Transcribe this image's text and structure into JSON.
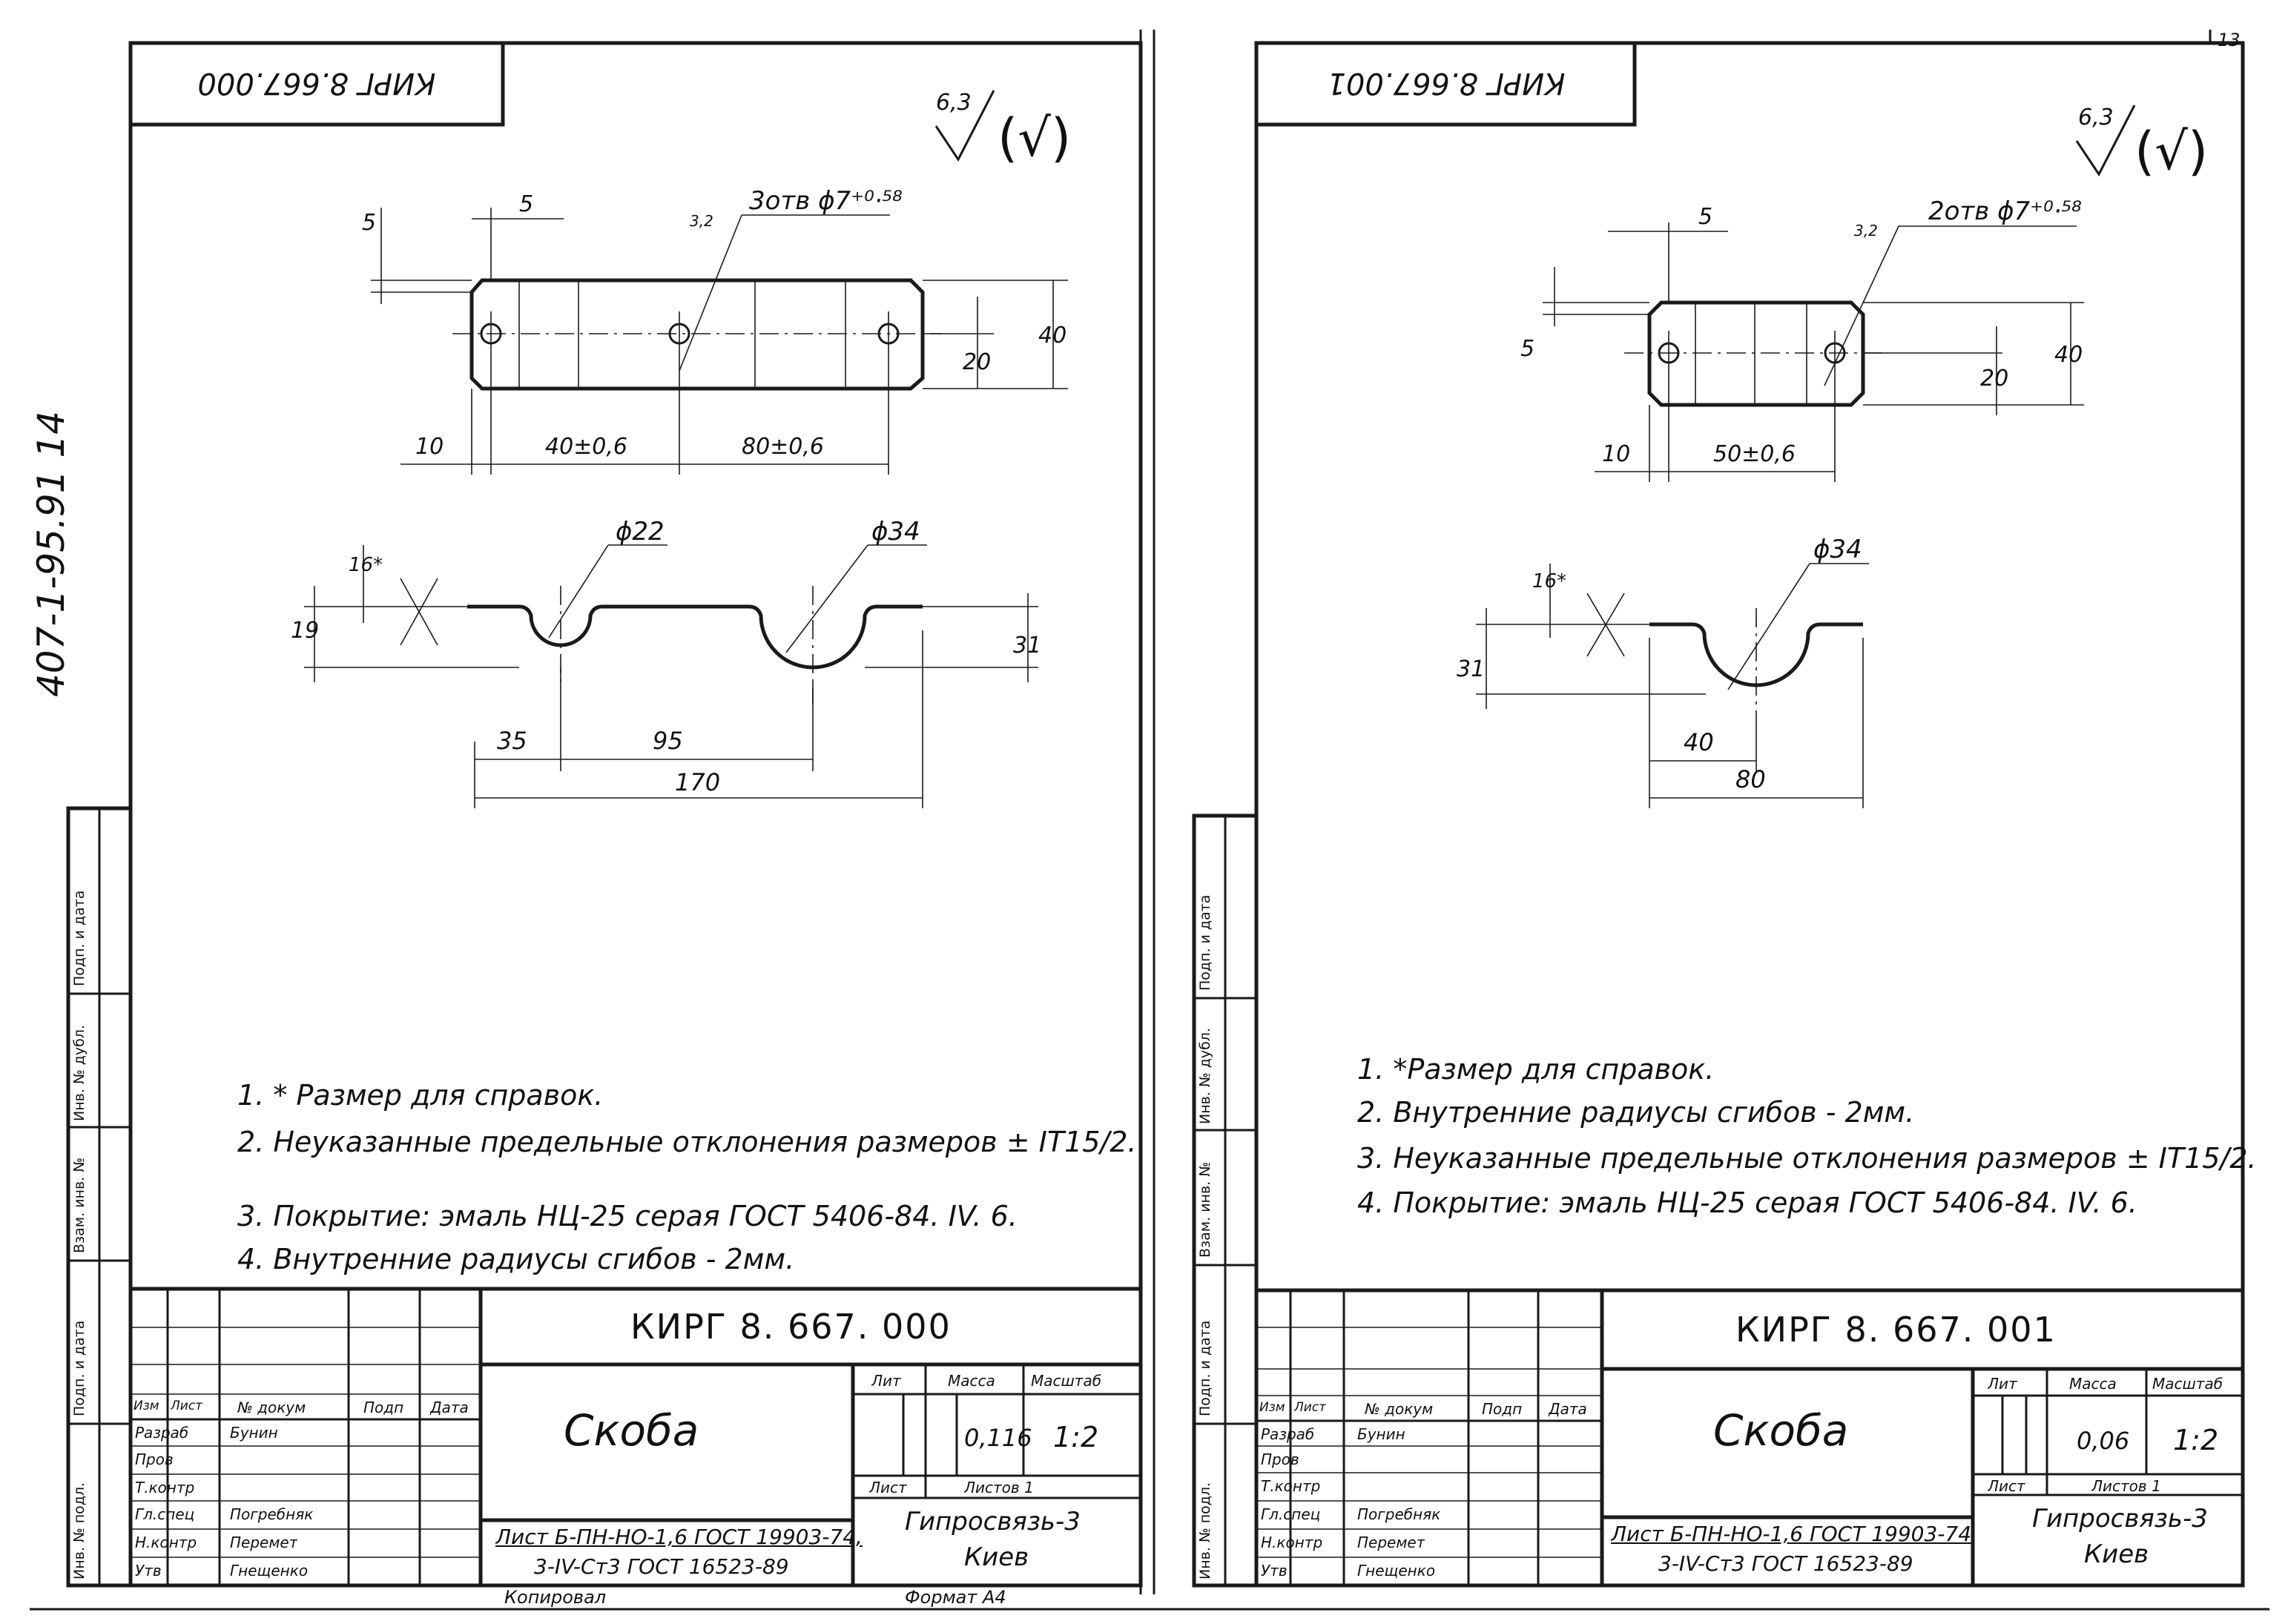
{
  "sheet_number": "13",
  "archive_code": "407-1-95.91 14",
  "copied_by_label": "Копировал",
  "format_label": "Формат A4",
  "side_columns": [
    "Инв. № подл.",
    "Подп. и дата",
    "Взам. инв. №",
    "Инв. № дубл.",
    "Подп. и дата"
  ],
  "title_block_headers": {
    "izm": "Изм",
    "list": "Лист",
    "doc_no": "№ докум",
    "sign": "Подп",
    "date": "Дата",
    "lit": "Лит",
    "mass": "Масса",
    "scale": "Масштаб",
    "sheet": "Лист",
    "sheets": "Листов 1"
  },
  "role_labels": [
    "Разраб",
    "Пров",
    "Т.контр",
    "Гл.спец",
    "Н.контр",
    "Утв"
  ],
  "org": {
    "name": "Гипросвязь-3",
    "city": "Киев"
  },
  "drawings": [
    {
      "id": "left",
      "mirrored_code": "КИРГ 8.667.000",
      "roughness": {
        "value": "6,3",
        "mark": "(√)"
      },
      "dims": {
        "hole_label": "3отв ϕ7⁺⁰·⁵⁸",
        "hole_roughness": "3,2",
        "top_5a": "5",
        "top_5b": "5",
        "d_10": "10",
        "d_40": "40±0,6",
        "d_80": "80±0,6",
        "d_20": "20",
        "d_h40": "40",
        "d_phi22": "ϕ22",
        "d_phi34": "ϕ34",
        "d_16": "16*",
        "d_19": "19",
        "d_31": "31",
        "d_35": "35",
        "d_95": "95",
        "d_170": "170"
      },
      "notes": [
        "1. * Размер для справок.",
        "2. Неуказанные предельные отклонения размеров ± IT15/2.",
        "3. Покрытие: эмаль НЦ-25 серая ГОСТ 5406-84. IV. 6.",
        "4. Внутренние радиусы сгибов - 2мм."
      ],
      "title_code": "КИРГ 8. 667. 000",
      "title_name": "Скоба",
      "mass": "0,116",
      "scale": "1:2",
      "material_top": "Лист Б-ПН-НО-1,6 ГОСТ 19903-74,",
      "material_bottom": "3-IV-Ст3 ГОСТ 16523-89",
      "people": [
        "Бунин",
        "",
        "",
        "Погребняк",
        "Перемет",
        "Гнещенко"
      ]
    },
    {
      "id": "right",
      "mirrored_code": "КИРГ 8.667.001",
      "roughness": {
        "value": "6,3",
        "mark": "(√)"
      },
      "dims": {
        "hole_label": "2отв ϕ7⁺⁰·⁵⁸",
        "hole_roughness": "3,2",
        "top_5a": "5",
        "top_5b": "5",
        "d_10": "10",
        "d_50": "50±0,6",
        "d_20": "20",
        "d_h40": "40",
        "d_phi34": "ϕ34",
        "d_16": "16*",
        "d_31": "31",
        "d_40w": "40",
        "d_80": "80"
      },
      "notes": [
        "1. *Размер для справок.",
        "2. Внутренние радиусы сгибов - 2мм.",
        "3. Неуказанные предельные отклонения размеров ± IT15/2.",
        "4. Покрытие: эмаль НЦ-25 серая ГОСТ 5406-84. IV. 6."
      ],
      "title_code": "КИРГ 8. 667. 001",
      "title_name": "Скоба",
      "mass": "0,06",
      "scale": "1:2",
      "material_top": "Лист Б-ПН-НО-1,6 ГОСТ 19903-74",
      "material_bottom": "3-IV-Ст3 ГОСТ 16523-89",
      "people": [
        "Бунин",
        "",
        "",
        "Погребняк",
        "Перемет",
        "Гнещенко"
      ]
    }
  ]
}
